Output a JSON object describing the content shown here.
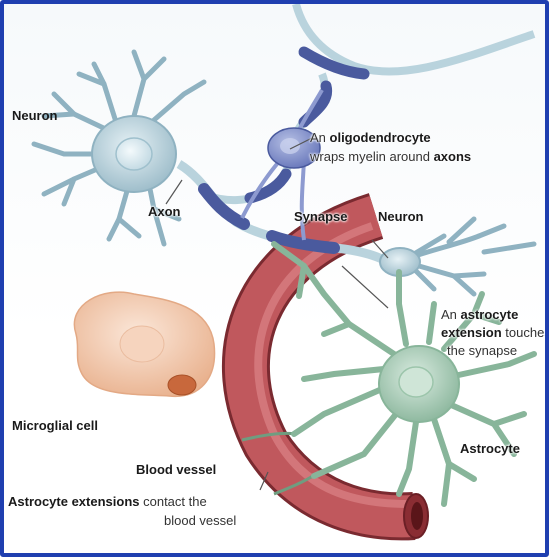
{
  "colors": {
    "frame": "#1f3fb0",
    "neuron": "#b9d3dd",
    "myelin": "#4a5a9e",
    "oligodendrocyte": "#8d9ad0",
    "astrocyte": "#a8c9b5",
    "vessel": "#b5464b",
    "microglia": "#f2c9ad"
  },
  "labels": {
    "neuron_left": "Neuron",
    "axon": "Axon",
    "oligo_pre": "An ",
    "oligo_bold": "oligodendrocyte",
    "oligo_line2": "wraps myelin around ",
    "oligo_axons": "axons",
    "synapse": "Synapse",
    "neuron_right": "Neuron",
    "astro_ext_pre": "An ",
    "astro_ext_bold": "astrocyte",
    "astro_ext_line2a": "extension",
    "astro_ext_line2b": " touches",
    "astro_ext_line3": "the synapse",
    "microglial_cell": "Microglial cell",
    "astrocyte": "Astrocyte",
    "blood_vessel": "Blood vessel",
    "contact_bold": "Astrocyte extensions",
    "contact_rest": " contact the",
    "contact_line2": "blood vessel"
  }
}
